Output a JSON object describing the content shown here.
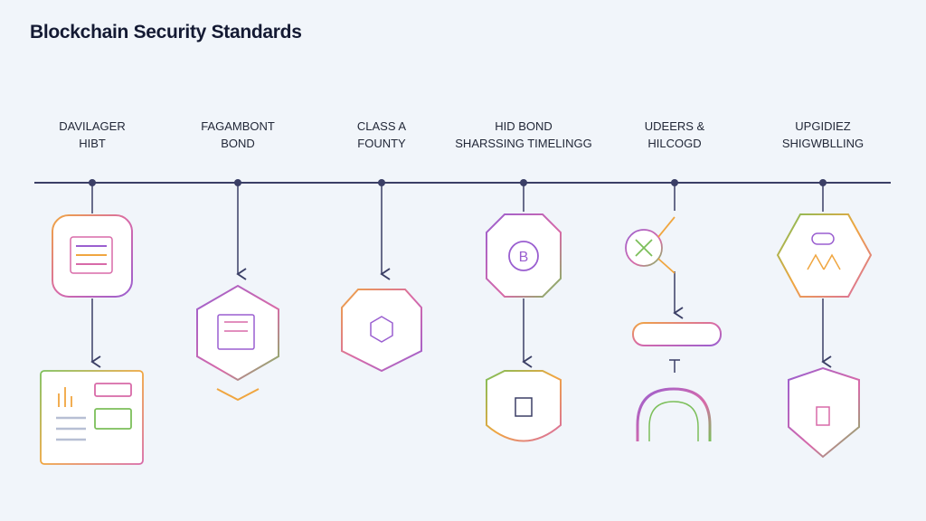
{
  "title": "Blockchain Security Standards",
  "steps": [
    {
      "line1": "DAVILAGER",
      "line2": "HIBT"
    },
    {
      "line1": "FAGAMBONT",
      "line2": "BOND"
    },
    {
      "line1": "CLASS A",
      "line2": "FOUNTY"
    },
    {
      "line1": "HID BOND",
      "line2": "SHARSSING TIMELINGG"
    },
    {
      "line1": "UDEERS &",
      "line2": "HILCOGD"
    },
    {
      "line1": "UPGIDIEZ",
      "line2": "SHIGWBLLING"
    }
  ],
  "badge_letter": "B",
  "colors": {
    "line": "#3b3f66",
    "orange": "#f0a640",
    "purple": "#9a5fd0",
    "green": "#7cbf5a",
    "pink": "#d86aa8"
  }
}
